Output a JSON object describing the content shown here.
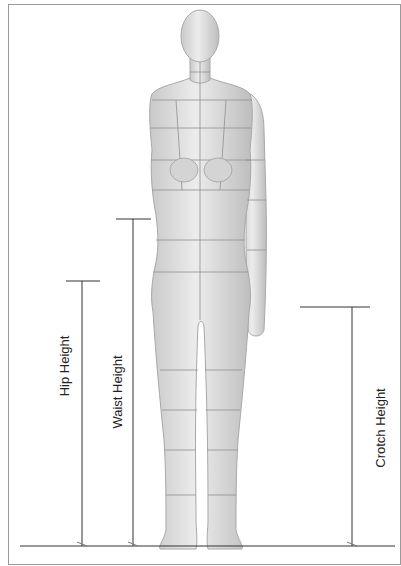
{
  "diagram": {
    "labels": [
      "Hip Height",
      "Waist Height",
      "Crotch Height"
    ]
  }
}
